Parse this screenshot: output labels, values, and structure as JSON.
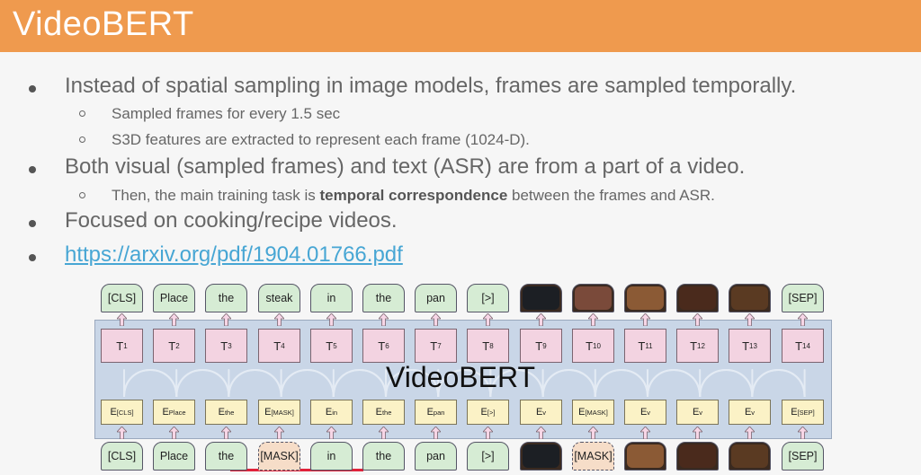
{
  "slide": {
    "title": "VideoBERT",
    "bullets": [
      {
        "text": "Instead of spatial sampling in image models, frames are sampled temporally."
      },
      {
        "text": "Sampled frames for every 1.5 sec"
      },
      {
        "text": "S3D features are extracted to represent each frame (1024-D)."
      },
      {
        "text": "Both visual (sampled frames) and text (ASR) are from a part of a video."
      },
      {
        "pre": "Then, the main training task is ",
        "bold": "temporal correspondence",
        "post": " between the frames and ASR."
      },
      {
        "text": "Focused on cooking/recipe videos."
      },
      {
        "text": "https://arxiv.org/pdf/1904.01766.pdf"
      }
    ]
  },
  "diagram": {
    "model_label": "VideoBERT",
    "top_tokens": [
      "[CLS]",
      "Place",
      "the",
      "steak",
      "in",
      "the",
      "pan",
      "[>]",
      "",
      "",
      "",
      "",
      "",
      "[SEP]"
    ],
    "t_labels": [
      "T",
      "T",
      "T",
      "T",
      "T",
      "T",
      "T",
      "T",
      "T",
      "T",
      "T",
      "T",
      "T",
      "T"
    ],
    "t_subs": [
      "1",
      "2",
      "3",
      "4",
      "5",
      "6",
      "7",
      "8",
      "9",
      "10",
      "11",
      "12",
      "13",
      "14"
    ],
    "e_labels": [
      "E",
      "E",
      "E",
      "E",
      "E",
      "E",
      "E",
      "E",
      "E",
      "E",
      "E",
      "E",
      "E",
      "E"
    ],
    "e_subs": [
      "[CLS]",
      "Place",
      "the",
      "[MASK]",
      "in",
      "the",
      "pan",
      "[>]",
      "v",
      "[MASK]",
      "v",
      "v",
      "v",
      "[SEP]"
    ],
    "bottom_tokens": [
      "[CLS]",
      "Place",
      "the",
      "[MASK]",
      "in",
      "the",
      "pan",
      "[>]",
      "",
      "[MASK]",
      "",
      "",
      "",
      "[SEP]"
    ],
    "frame_colors_top": [
      "#1c1f24",
      "#7a4a3a",
      "#8b5a35",
      "#4a2a1c",
      "#5a3a22"
    ],
    "frame_colors_bottom": [
      "#1c1f24",
      "#7a4a3a",
      "#8b5a35",
      "#4a2a1c",
      "#5a3a22"
    ]
  }
}
